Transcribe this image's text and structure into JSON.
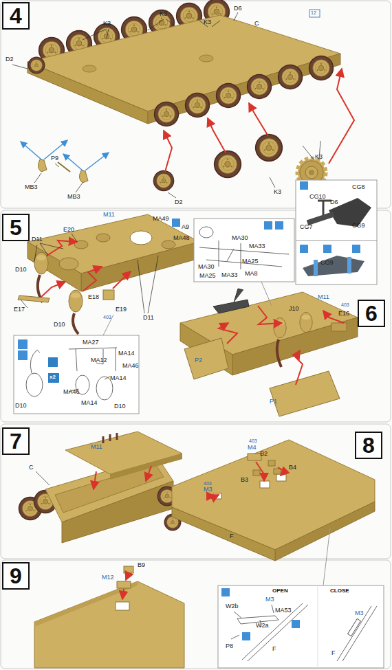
{
  "diagram": {
    "nodes": [
      {
        "text": [
          "4"
        ]
      },
      {
        "text": [
          "5"
        ]
      },
      {
        "text": [
          "6"
        ]
      },
      {
        "text": [
          "7"
        ]
      },
      {
        "text": [
          "8"
        ]
      },
      {
        "text": [
          "9"
        ]
      }
    ],
    "labels": [
      "K3",
      "K3",
      "K3",
      "D6",
      "C",
      "12",
      "D2",
      "K3",
      "D6",
      "K3",
      "D2",
      "MB3",
      "P9",
      "MB3",
      "M11",
      "A9",
      "MA49",
      "MA48",
      "D11",
      "E20",
      "D10",
      "E17",
      "D10",
      "E18",
      "E19",
      "403",
      "D11",
      "MA27",
      "MA12",
      "MA14",
      "MA14",
      "MA46",
      "MA14",
      "MA46",
      "D10",
      "D10",
      "x2",
      "MA30",
      "MA33",
      "MA30",
      "MA25",
      "MA33",
      "MA25",
      "MA8",
      "CG10",
      "CG8",
      "CG7",
      "CG9",
      "CG9",
      "J10",
      "M11",
      "403",
      "E16",
      "P2",
      "P1",
      "M11",
      "C",
      "403",
      "M4",
      "B2",
      "B3",
      "B4",
      "403",
      "M3",
      "F",
      "OPEN",
      "CLOSE",
      "M3",
      "MA53",
      "W2b",
      "W2a",
      "P8",
      "F",
      "M3",
      "F",
      "B9",
      "M12"
    ]
  }
}
